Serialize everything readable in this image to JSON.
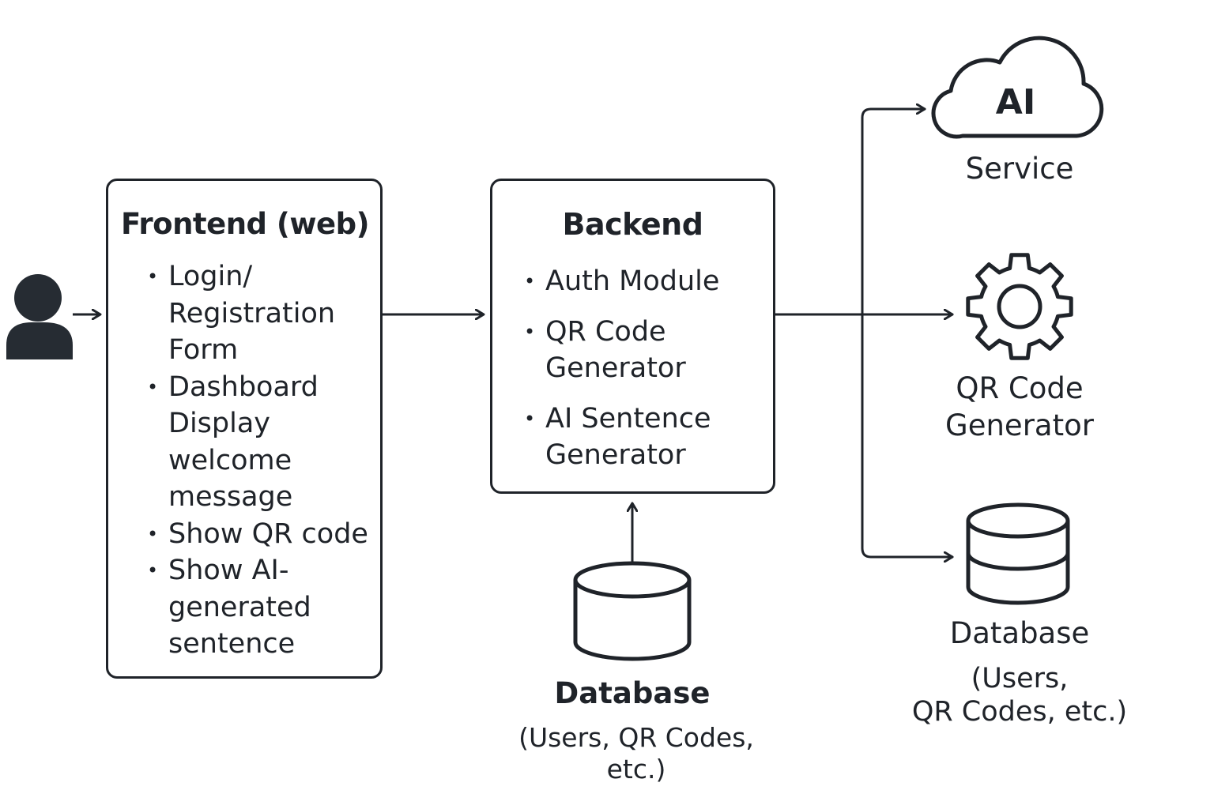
{
  "frontend": {
    "title": "Frontend (web)",
    "items": [
      "Login/\nRegistration\nForm",
      "Dashboard\nDisplay\nwelcome\nmessage",
      "Show QR code",
      "Show AI-\ngenerated\nsentence"
    ]
  },
  "backend": {
    "title": "Backend",
    "items": [
      "Auth Module",
      "QR Code\nGenerator",
      "AI Sentence\nGenerator"
    ]
  },
  "database_center": {
    "title": "Database",
    "subtitle": "(Users, QR Codes,\netc.)"
  },
  "ai_service": {
    "icon_text": "AI",
    "label": "Service"
  },
  "qr_generator": {
    "label": "QR Code\nGenerator"
  },
  "database_right": {
    "title": "Database",
    "subtitle": "(Users,\nQR Codes, etc.)"
  },
  "icons": [
    "user-icon",
    "cloud-icon",
    "gear-icon",
    "database-icon"
  ],
  "colors": {
    "stroke": "#1f2329",
    "background": "#ffffff"
  }
}
